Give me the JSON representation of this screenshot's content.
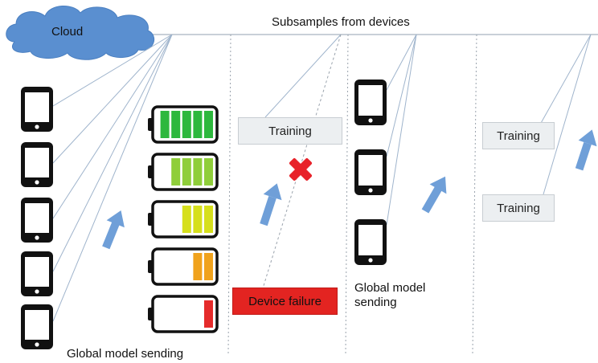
{
  "cloud": {
    "label": "Cloud",
    "color": "#5a8fd0"
  },
  "header": {
    "subsamples_label": "Subsamples from devices"
  },
  "sections": {
    "left_caption": "Global model sending",
    "mid_caption": "Global model sending"
  },
  "boxes": {
    "training_1": "Training",
    "training_2": "Training",
    "training_3": "Training",
    "device_failure": "Device failure"
  },
  "battery_levels": [
    {
      "color": "#2db83d",
      "bars": 5
    },
    {
      "color": "#8fce3a",
      "bars": 4
    },
    {
      "color": "#d6df1c",
      "bars": 3
    },
    {
      "color": "#f0a21c",
      "bars": 2
    },
    {
      "color": "#e52b2b",
      "bars": 1
    }
  ],
  "colors": {
    "arrow": "#6f9fd8",
    "failure": "#e32421",
    "x_mark": "#e8222a"
  }
}
